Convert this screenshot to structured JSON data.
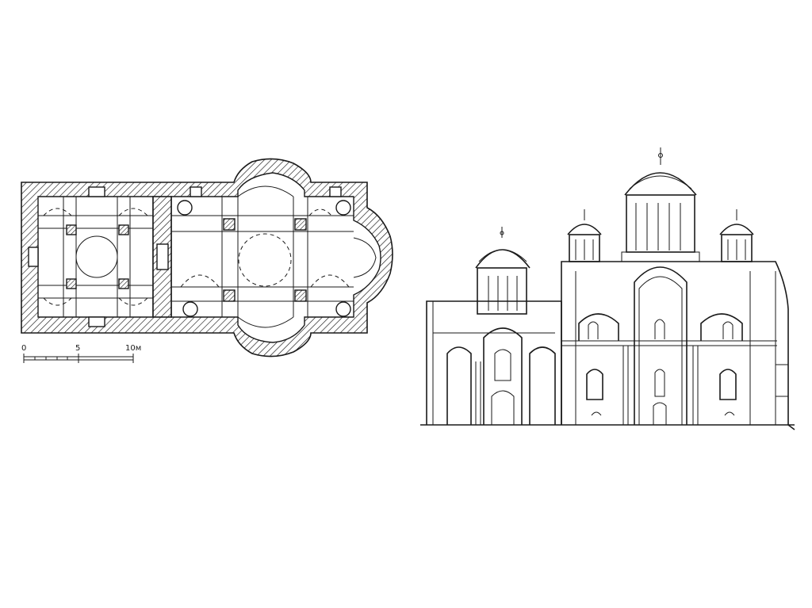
{
  "plan": {
    "scale_bar": {
      "ticks": [
        "0",
        "5",
        "10м"
      ]
    }
  },
  "elevation": {}
}
